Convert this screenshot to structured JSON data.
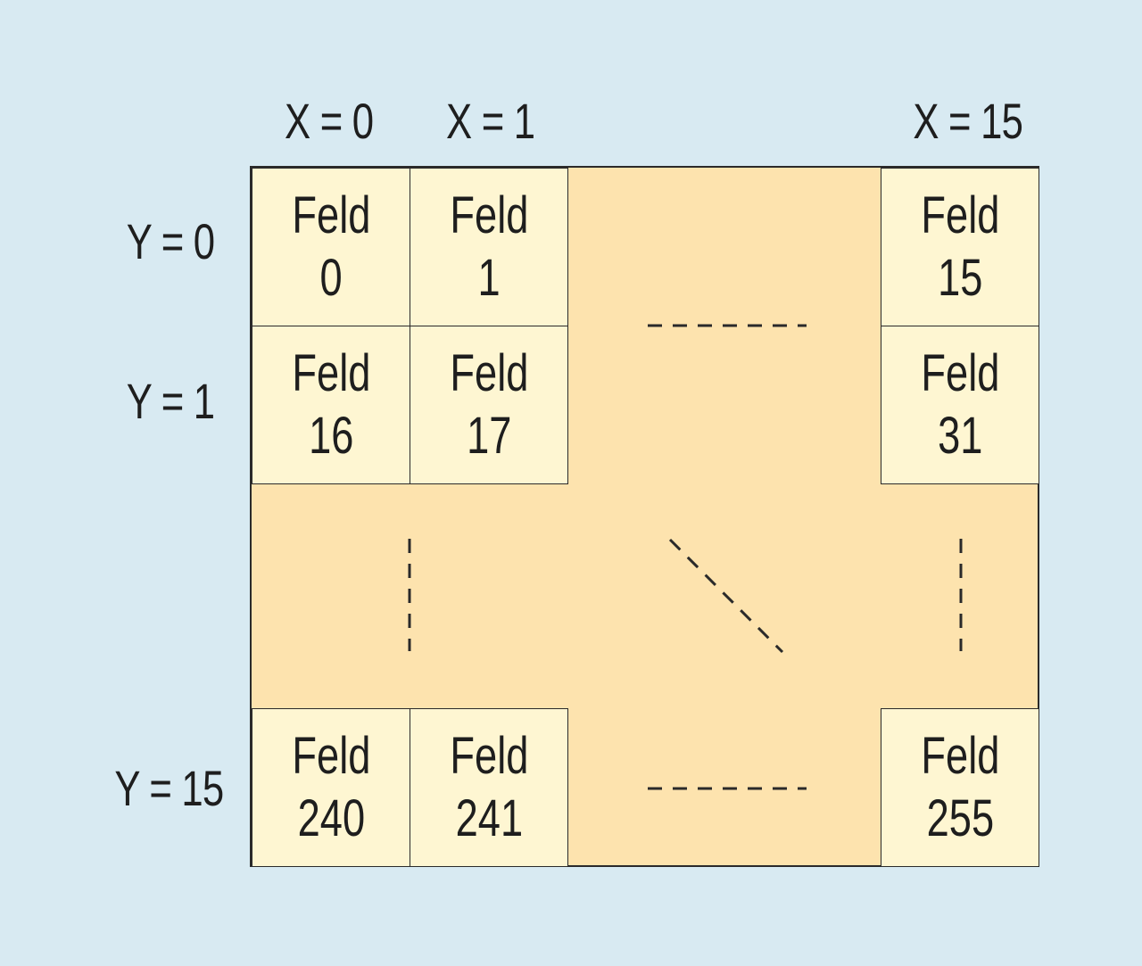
{
  "columns": {
    "x0": "X = 0",
    "x1": "X = 1",
    "x15": "X = 15"
  },
  "rows": {
    "y0": "Y = 0",
    "y1": "Y = 1",
    "y15": "Y = 15"
  },
  "cells": {
    "c0": {
      "word": "Feld",
      "num": "0"
    },
    "c1": {
      "word": "Feld",
      "num": "1"
    },
    "c15": {
      "word": "Feld",
      "num": "15"
    },
    "c16": {
      "word": "Feld",
      "num": "16"
    },
    "c17": {
      "word": "Feld",
      "num": "17"
    },
    "c31": {
      "word": "Feld",
      "num": "31"
    },
    "c240": {
      "word": "Feld",
      "num": "240"
    },
    "c241": {
      "word": "Feld",
      "num": "241"
    },
    "c255": {
      "word": "Feld",
      "num": "255"
    }
  },
  "colors": {
    "background": "#d8eaf2",
    "grid_fill": "#fde3ae",
    "cell_fill": "#fef6d2",
    "line": "#2a2a2a"
  }
}
